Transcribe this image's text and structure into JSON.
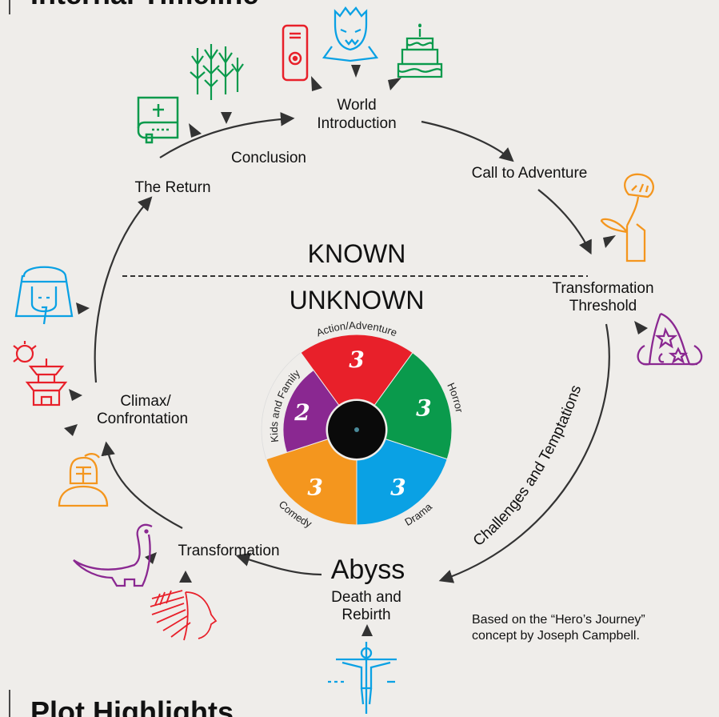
{
  "section_headings": {
    "top": "Internal Timeline",
    "bottom": "Plot Highlights"
  },
  "nodes": {
    "world_introduction_1": "World",
    "world_introduction_2": "Introduction",
    "call_to_adventure": "Call to Adventure",
    "transformation_threshold_1": "Transformation",
    "transformation_threshold_2": "Threshold",
    "challenges": "Challenges and Temptations",
    "abyss": "Abyss",
    "death_and_rebirth_1": "Death and",
    "death_and_rebirth_2": "Rebirth",
    "transformation": "Transformation",
    "climax_1": "Climax/",
    "climax_2": "Confrontation",
    "the_return": "The Return",
    "conclusion": "Conclusion"
  },
  "divider": {
    "known": "KNOWN",
    "unknown": "UNKNOWN"
  },
  "credit": {
    "line1": "Based on the “Hero’s Journey”",
    "line2": "concept by Joseph Campbell."
  },
  "icons": [
    "robot-icon",
    "vampire-icon",
    "cake-icon",
    "forest-icon",
    "bible-icon",
    "carnivorous-plant-icon",
    "wizard-hat-icon",
    "pharaoh-icon",
    "pagoda-icon",
    "knight-icon",
    "dinosaur-icon",
    "native-headdress-icon",
    "crucifix-icon"
  ],
  "chart_data": {
    "type": "pie",
    "categories": [
      "Action/Adventure",
      "Horror",
      "Drama",
      "Comedy",
      "Kids and Family"
    ],
    "values": [
      3,
      3,
      3,
      3,
      2
    ],
    "colors": [
      "#e8202a",
      "#0a9a4c",
      "#0aa1e4",
      "#f4961e",
      "#8a2891"
    ]
  }
}
